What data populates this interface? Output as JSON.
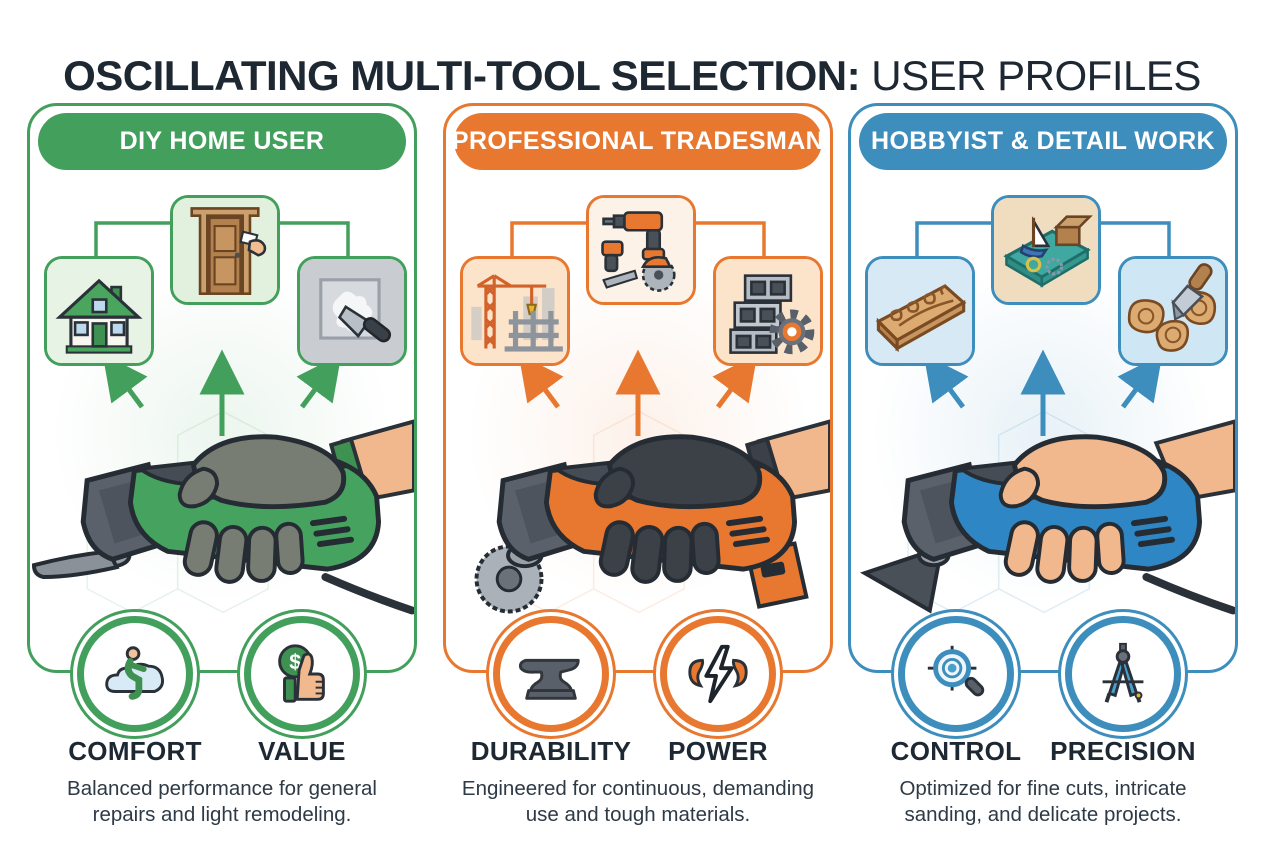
{
  "title": {
    "main": "OSCILLATING MULTI-TOOL SELECTION:",
    "sub": "USER PROFILES"
  },
  "colors": {
    "diy_green": "#43a05c",
    "pro_orange": "#e8782f",
    "hobby_blue": "#3d8ebc",
    "title_text": "#1e2833",
    "body_text": "#2e3a46"
  },
  "columns": [
    {
      "header": "DIY HOME USER",
      "accent": "#43a05c",
      "use_case_icons": [
        "house-icon",
        "door-trim-icon",
        "wall-patch-putty-knife-icon"
      ],
      "tool_illustration": "green-oscillating-multi-tool-in-gloved-hand",
      "badges": [
        {
          "icon": "person-on-cloud-icon",
          "label": "COMFORT"
        },
        {
          "icon": "dollar-coin-thumbs-up-icon",
          "label": "VALUE"
        }
      ],
      "description": "Balanced performance for general repairs and light remodeling."
    },
    {
      "header": "PROFESSIONAL TRADESMAN",
      "accent": "#e8782f",
      "use_case_icons": [
        "construction-crane-icon",
        "power-tools-icon",
        "concrete-blocks-gear-icon"
      ],
      "tool_illustration": "orange-cordless-oscillating-multi-tool-in-gloved-hand",
      "badges": [
        {
          "icon": "anvil-icon",
          "label": "DURABILITY"
        },
        {
          "icon": "lightning-muscles-icon",
          "label": "POWER"
        }
      ],
      "description": "Engineered for continuous, demanding use and tough materials."
    },
    {
      "header": "HOBBYIST & DETAIL WORK",
      "accent": "#3d8ebc",
      "use_case_icons": [
        "carved-molding-icon",
        "craft-projects-icon",
        "wood-carving-chisel-icon"
      ],
      "tool_illustration": "blue-oscillating-multi-tool-in-bare-hand",
      "badges": [
        {
          "icon": "crosshair-magnifier-icon",
          "label": "CONTROL"
        },
        {
          "icon": "drafting-compass-icon",
          "label": "PRECISION"
        }
      ],
      "description": "Optimized for fine cuts, intricate sanding, and delicate projects."
    }
  ],
  "glyphs": {
    "dollar": "$"
  }
}
